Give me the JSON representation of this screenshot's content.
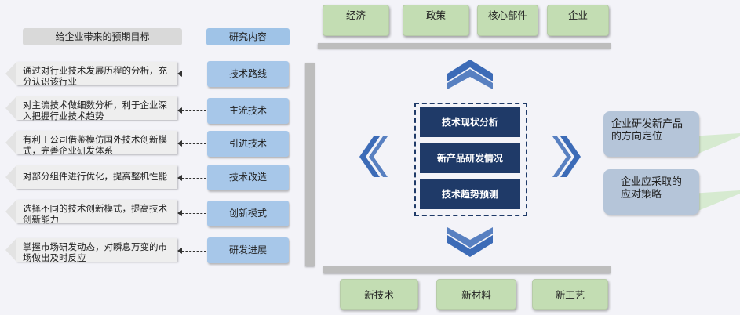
{
  "top_tabs": [
    "经济",
    "政策",
    "核心部件",
    "企业"
  ],
  "left_headers": {
    "goals": "给企业带来的预期目标",
    "research": "研究内容"
  },
  "rows": [
    {
      "goal": "通过对行业技术发展历程的分析，充分认识该行业",
      "topic": "技术路线"
    },
    {
      "goal": "对主流技术做细数分析，利于企业深入把握行业技术趋势",
      "topic": "主流技术"
    },
    {
      "goal": "有利于公司借鉴模仿国外技术创新模式，完善企业研发体系",
      "topic": "引进技术"
    },
    {
      "goal": "对部分组件进行优化，提高整机性能",
      "topic": "技术改造"
    },
    {
      "goal": "选择不同的技术创新模式，提高技术创新能力",
      "topic": "创新模式"
    },
    {
      "goal": "掌握市场研发动态，对瞬息万变的市场做出及时反应",
      "topic": "研发进展"
    }
  ],
  "center_items": [
    "技术现状分析",
    "新产品研发情况",
    "技术趋势预测"
  ],
  "right_boxes": [
    "企业研发新产品的方向定位",
    "企业应采取的应对策略"
  ],
  "bottom_tabs": [
    "新技术",
    "新材料",
    "新工艺"
  ],
  "colors": {
    "dark_blue": "#1f3a68",
    "chevron_blue": "#3c6bb7",
    "green": "#c3ddb3",
    "light_blue": "#a7c7e9"
  }
}
